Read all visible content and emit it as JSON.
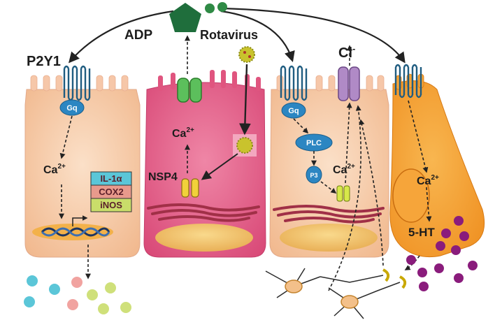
{
  "labels": {
    "adp": "ADP",
    "rotavirus": "Rotavirus",
    "p2y1": "P2Y1",
    "cl": "Cl",
    "cl_sup": "-",
    "nsp4": "NSP4",
    "five_ht": "5-HT",
    "gq_left": "Gq",
    "gq_right": "Gq",
    "plc": "PLC",
    "ip3": "P3",
    "ca_left": "Ca",
    "ca_infected": "Ca",
    "ca_right": "Ca",
    "ca_ec": "Ca",
    "ca_sup": "2+"
  },
  "gene_boxes": [
    {
      "label": "IL-1α",
      "color": "#5bc6d8"
    },
    {
      "label": "COX2",
      "color": "#e89a8c"
    },
    {
      "label": "iNOS",
      "color": "#c9dd6a"
    }
  ],
  "colors": {
    "cell_skin": "#f8cfae",
    "infected_cell": "#e86a8f",
    "ec_cell": "#f5a33a",
    "receptor": "#2f7fa0",
    "adp_green": "#1e6b3a",
    "serotonin": "#8a1c7c",
    "cytokine_teal": "#5bc6d8",
    "cytokine_pink": "#f1a3a0",
    "cytokine_lime": "#cfe07a"
  },
  "icons": [
    "adp-pentagon-icon",
    "rotavirus-particle-icon",
    "p2y1-receptor-icon",
    "chloride-channel-icon",
    "calcium-channel-icon",
    "dna-icon",
    "er-icon",
    "nucleus-icon",
    "neuron-icon"
  ]
}
